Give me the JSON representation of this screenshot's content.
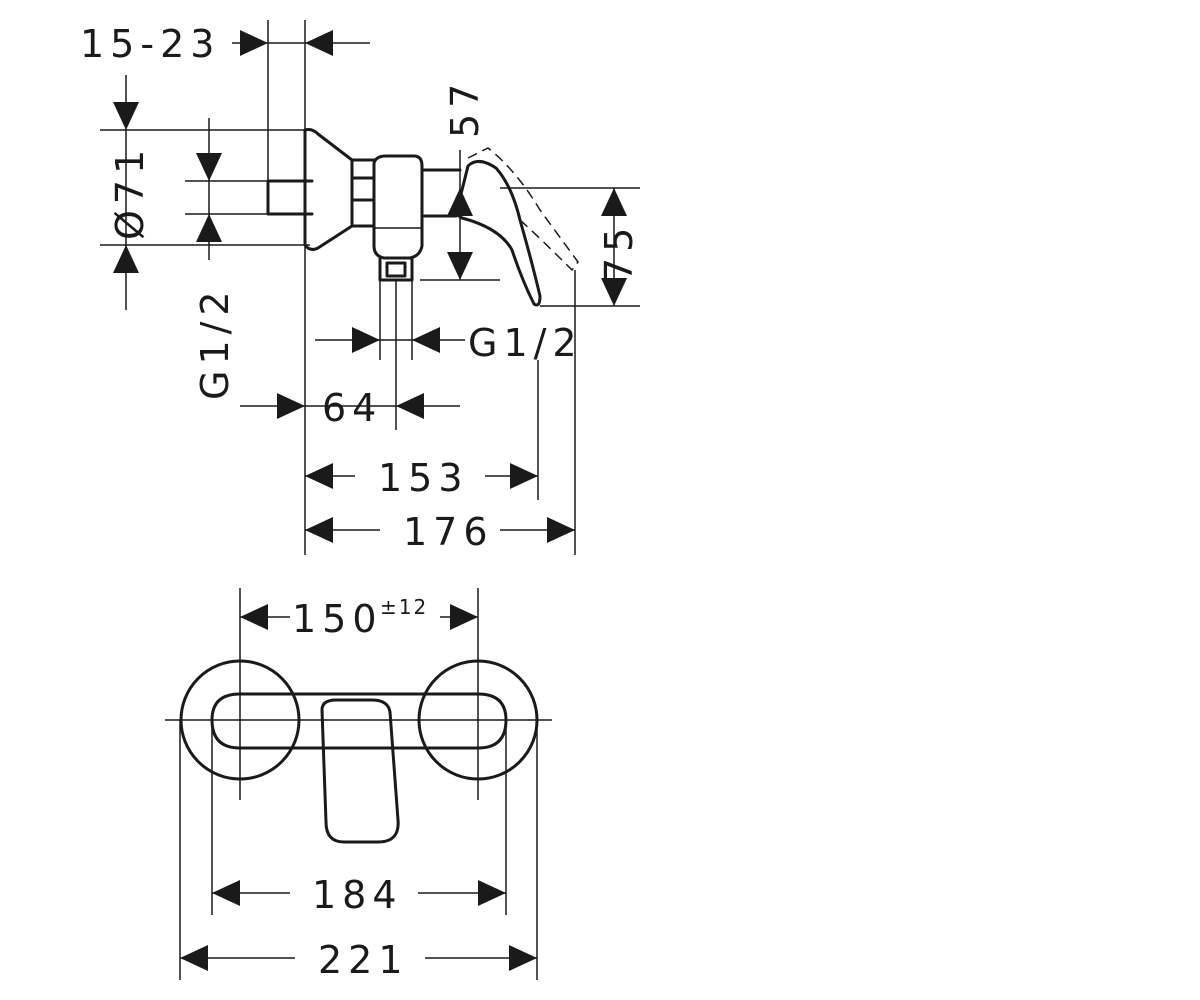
{
  "dimensions": {
    "d15_23": "15-23",
    "d57": "57",
    "d71": "Ø71",
    "d75": "75",
    "g12_left": "G1/2",
    "g12_right": "G1/2",
    "d64": "64",
    "d153": "153",
    "d176": "176",
    "d150": "150",
    "d150_tol": "±12",
    "d184": "184",
    "d221": "221"
  }
}
